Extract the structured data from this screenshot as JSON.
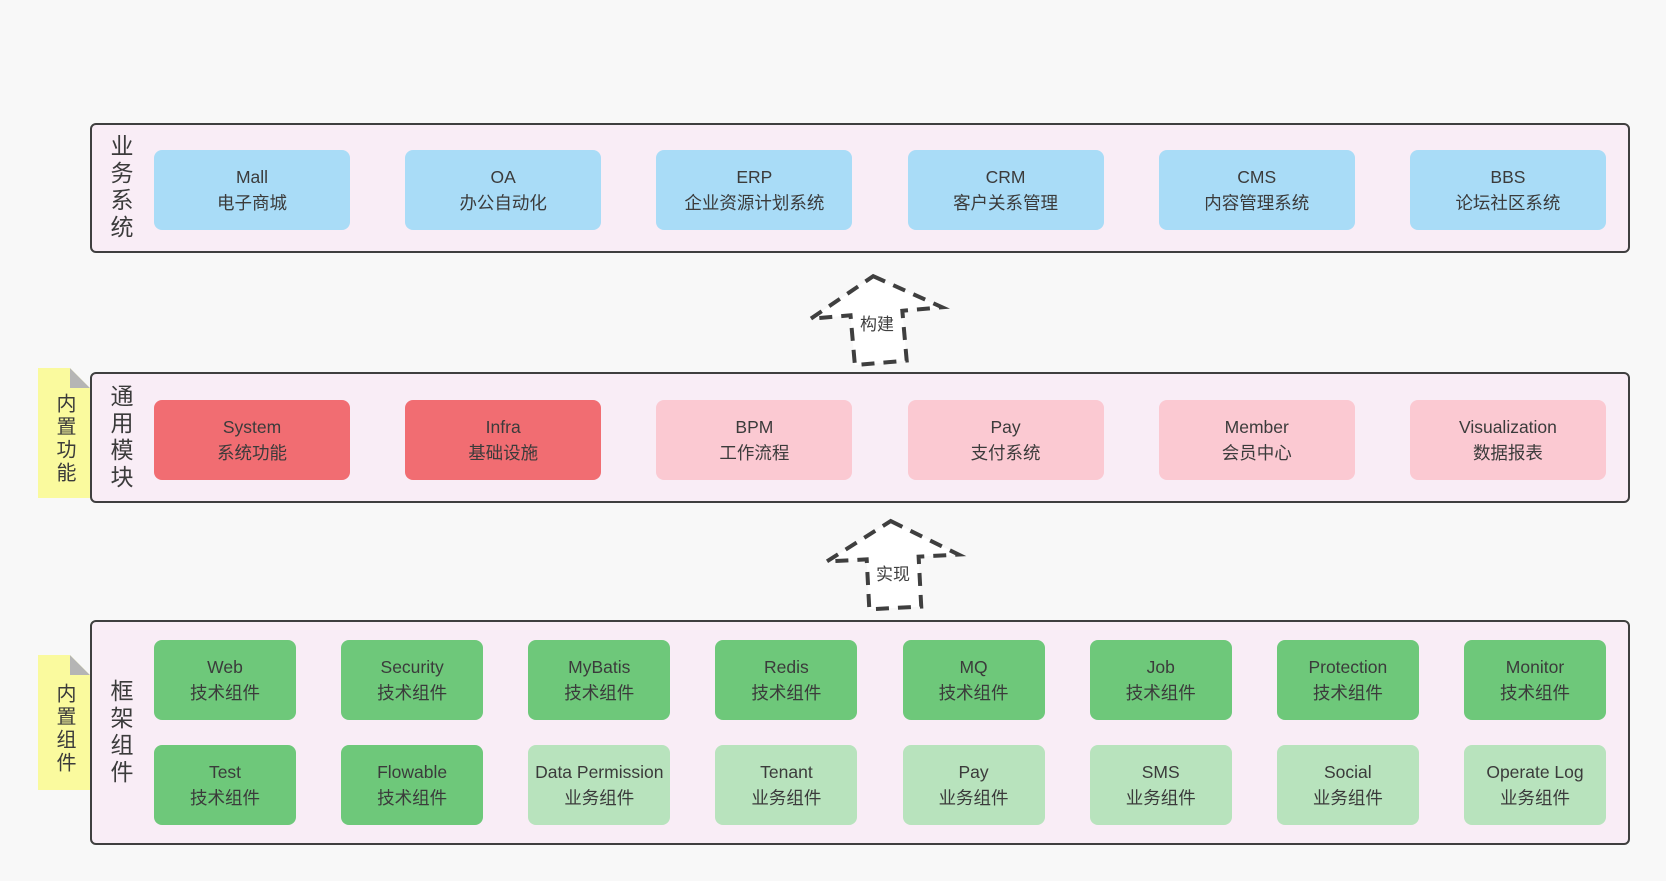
{
  "diagram": {
    "business": {
      "label": "业务系统",
      "boxes": [
        {
          "title": "Mall",
          "subtitle": "电子商城"
        },
        {
          "title": "OA",
          "subtitle": "办公自动化"
        },
        {
          "title": "ERP",
          "subtitle": "企业资源计划系统"
        },
        {
          "title": "CRM",
          "subtitle": "客户关系管理"
        },
        {
          "title": "CMS",
          "subtitle": "内容管理系统"
        },
        {
          "title": "BBS",
          "subtitle": "论坛社区系统"
        }
      ]
    },
    "arrow_build": {
      "label": "构建"
    },
    "modules": {
      "label": "通用模块",
      "sticky": "内置功能",
      "boxes": [
        {
          "title": "System",
          "subtitle": "系统功能"
        },
        {
          "title": "Infra",
          "subtitle": "基础设施"
        },
        {
          "title": "BPM",
          "subtitle": "工作流程"
        },
        {
          "title": "Pay",
          "subtitle": "支付系统"
        },
        {
          "title": "Member",
          "subtitle": "会员中心"
        },
        {
          "title": "Visualization",
          "subtitle": "数据报表"
        }
      ]
    },
    "arrow_implement": {
      "label": "实现"
    },
    "framework": {
      "label": "框架组件",
      "sticky": "内置组件",
      "row1": [
        {
          "title": "Web",
          "subtitle": "技术组件"
        },
        {
          "title": "Security",
          "subtitle": "技术组件"
        },
        {
          "title": "MyBatis",
          "subtitle": "技术组件"
        },
        {
          "title": "Redis",
          "subtitle": "技术组件"
        },
        {
          "title": "MQ",
          "subtitle": "技术组件"
        },
        {
          "title": "Job",
          "subtitle": "技术组件"
        },
        {
          "title": "Protection",
          "subtitle": "技术组件"
        },
        {
          "title": "Monitor",
          "subtitle": "技术组件"
        }
      ],
      "row2": [
        {
          "title": "Test",
          "subtitle": "技术组件"
        },
        {
          "title": "Flowable",
          "subtitle": "技术组件"
        },
        {
          "title": "Data Permission",
          "subtitle": "业务组件"
        },
        {
          "title": "Tenant",
          "subtitle": "业务组件"
        },
        {
          "title": "Pay",
          "subtitle": "业务组件"
        },
        {
          "title": "SMS",
          "subtitle": "业务组件"
        },
        {
          "title": "Social",
          "subtitle": "业务组件"
        },
        {
          "title": "Operate Log",
          "subtitle": "业务组件"
        }
      ]
    },
    "colors": {
      "blue": "#a9dcf7",
      "red": "#f16d72",
      "pink": "#fbc9d2",
      "green": "#6ec87a",
      "light_green": "#b8e3bd",
      "section_bg": "#f9edf6",
      "sticky_yellow": "#fafa9e",
      "border": "#3f3f3f",
      "page_bg": "#f8f8f8"
    }
  }
}
